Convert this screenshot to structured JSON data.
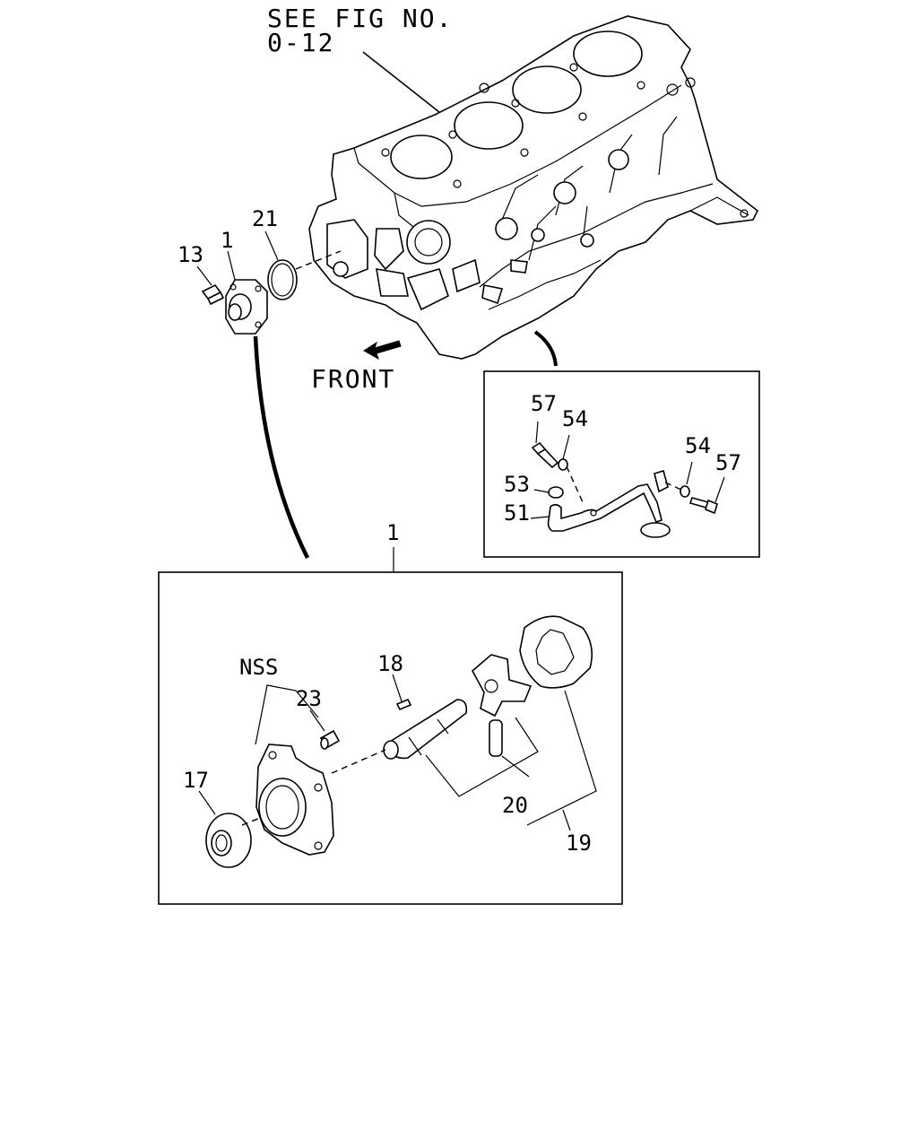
{
  "header": {
    "reference_line1": "SEE FIG NO.",
    "reference_line2": "0-12",
    "front_label": "FRONT"
  },
  "callouts": {
    "c13": "13",
    "c1_top": "1",
    "c21": "21",
    "c1_box": "1",
    "c57_left": "57",
    "c54_left": "54",
    "c54_right": "54",
    "c57_right": "57",
    "c53": "53",
    "c51": "51",
    "nss": "NSS",
    "c23": "23",
    "c18": "18",
    "c17": "17",
    "c20": "20",
    "c19": "19"
  }
}
